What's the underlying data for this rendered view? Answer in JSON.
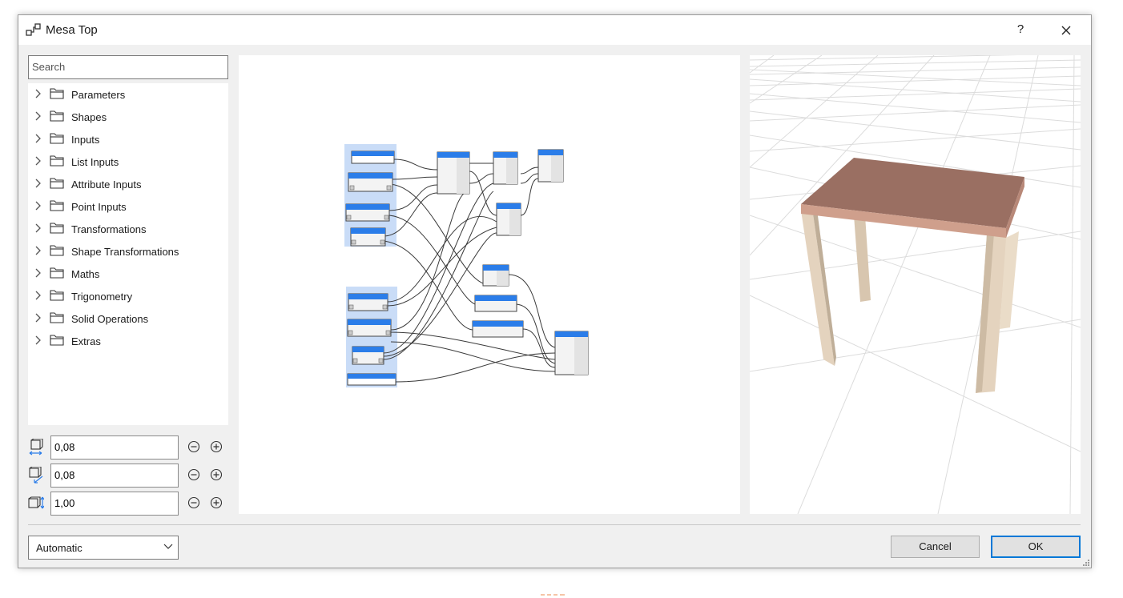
{
  "window": {
    "title": "Mesa Top",
    "help": "?"
  },
  "search": {
    "placeholder": "Search",
    "value": ""
  },
  "tree": {
    "items": [
      {
        "label": "Parameters"
      },
      {
        "label": "Shapes"
      },
      {
        "label": "Inputs"
      },
      {
        "label": "List Inputs"
      },
      {
        "label": "Attribute Inputs"
      },
      {
        "label": "Point Inputs"
      },
      {
        "label": "Transformations"
      },
      {
        "label": "Shape Transformations"
      },
      {
        "label": "Maths"
      },
      {
        "label": "Trigonometry"
      },
      {
        "label": "Solid Operations"
      },
      {
        "label": "Extras"
      }
    ]
  },
  "params": [
    {
      "icon": "width-dimension-icon",
      "value": "0,08"
    },
    {
      "icon": "depth-dimension-icon",
      "value": "0,08"
    },
    {
      "icon": "height-dimension-icon",
      "value": "1,00"
    }
  ],
  "footer": {
    "select_value": "Automatic",
    "cancel_label": "Cancel",
    "ok_label": "OK"
  },
  "colors": {
    "node_header": "#2b7de9",
    "selection": "#c9dcf7",
    "table_top": "#9a6f62",
    "table_edge": "#cf9f8c",
    "table_legs": "#e4d3be",
    "accent_focus": "#0078d7"
  }
}
